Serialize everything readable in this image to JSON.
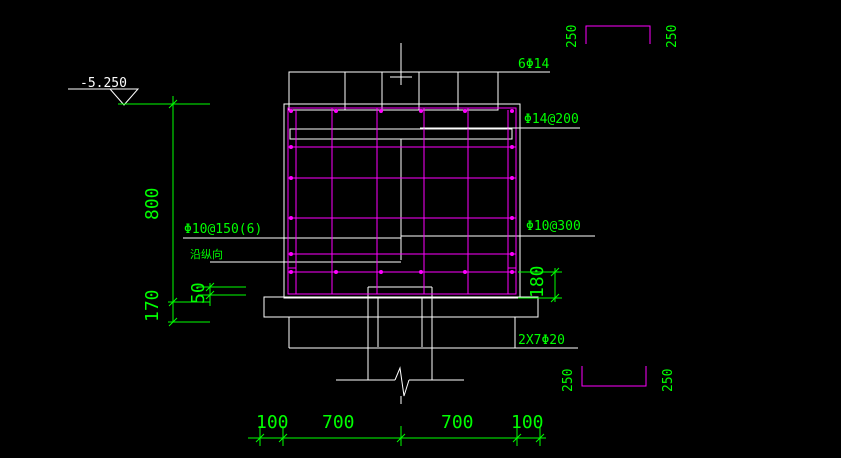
{
  "drawing": {
    "elevation": "-5.250",
    "callouts": {
      "top_bars": "6Φ14",
      "side_bars": "Φ14@200",
      "stirrups": "Φ10@150(6)",
      "stirrups_note": "沿纵向",
      "inner_bars": "Φ10@300",
      "bottom_bars": "2X7Φ20"
    },
    "heights": {
      "total": "800",
      "slab": "170",
      "cover": "50",
      "bottom": "180"
    },
    "hook_top": {
      "left": "250",
      "right": "250"
    },
    "hook_bottom": {
      "left": "250",
      "right": "250"
    },
    "widths": [
      "100",
      "700",
      "700",
      "100"
    ]
  },
  "colors": {
    "background": "#000000",
    "outline": "#ffffff",
    "dimension": "#00ff00",
    "rebar": "#ff00ff"
  }
}
